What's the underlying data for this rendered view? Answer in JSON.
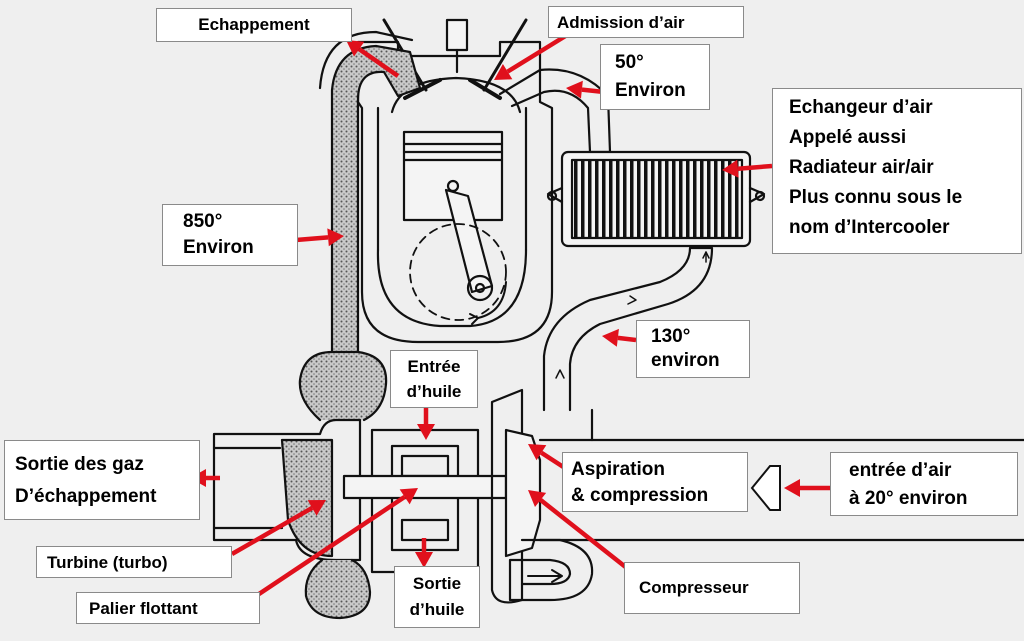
{
  "labels": {
    "echappement": "Echappement",
    "admission": "Admission d’air",
    "temp_50": [
      "50°",
      "Environ"
    ],
    "echangeur": [
      "Echangeur d’air",
      "Appelé aussi",
      "Radiateur air/air",
      "Plus connu sous le",
      "nom d’Intercooler"
    ],
    "temp_850": [
      "850°",
      "Environ"
    ],
    "temp_130": [
      "130°",
      "environ"
    ],
    "entree_huile": [
      "Entrée",
      "d’huile"
    ],
    "sortie_gaz": [
      "Sortie des gaz",
      "D’échappement"
    ],
    "aspiration": [
      "Aspiration",
      "& compression"
    ],
    "entree_air": [
      "entrée d’air",
      "à 20° environ"
    ],
    "turbine": "Turbine (turbo)",
    "compresseur": "Compresseur",
    "palier": "Palier flottant",
    "sortie_huile": [
      "Sortie",
      "d’huile"
    ]
  },
  "colors": {
    "arrow": "#e0101c",
    "line": "#111111",
    "hot_gas": "#bdbdbd",
    "background": "#efefef",
    "label_bg": "#ffffff"
  }
}
